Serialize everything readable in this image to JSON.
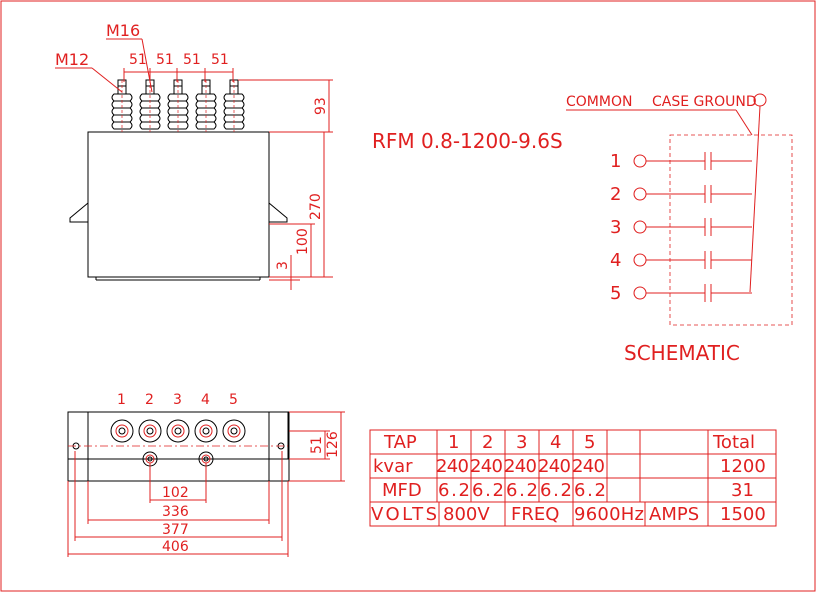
{
  "model": "RFM  0.8-1200-9.6S",
  "schematic_title": "SCHEMATIC",
  "schematic_labels": {
    "common": "COMMON",
    "case_ground": "CASE GROUND",
    "taps": [
      "1",
      "2",
      "3",
      "4",
      "5"
    ]
  },
  "front_view": {
    "m12": "M12",
    "m16": "M16",
    "pitch": [
      "51",
      "51",
      "51",
      "51"
    ],
    "dims_right": [
      "93",
      "270",
      "100",
      "3"
    ]
  },
  "top_view": {
    "terminal_numbers": [
      "1",
      "2",
      "3",
      "4",
      "5"
    ],
    "dims_bottom": [
      "102",
      "336",
      "377",
      "406"
    ],
    "dims_right": [
      "51",
      "126"
    ]
  },
  "spec_table": {
    "header": [
      "TAP",
      "1",
      "2",
      "3",
      "4",
      "5",
      "",
      "",
      "Total"
    ],
    "kvar": [
      "kvar",
      "240",
      "240",
      "240",
      "240",
      "240",
      "",
      "",
      "1200"
    ],
    "mfd": [
      "MFD",
      "6.2",
      "6.2",
      "6.2",
      "6.2",
      "6.2",
      "",
      "",
      "31"
    ],
    "volts_row": {
      "volts_label": "VOLTS",
      "volts_value": "800V",
      "freq_label": "FREQ",
      "freq_value": "9600Hz",
      "amps_label": "AMPS",
      "amps_value": "1500"
    }
  }
}
